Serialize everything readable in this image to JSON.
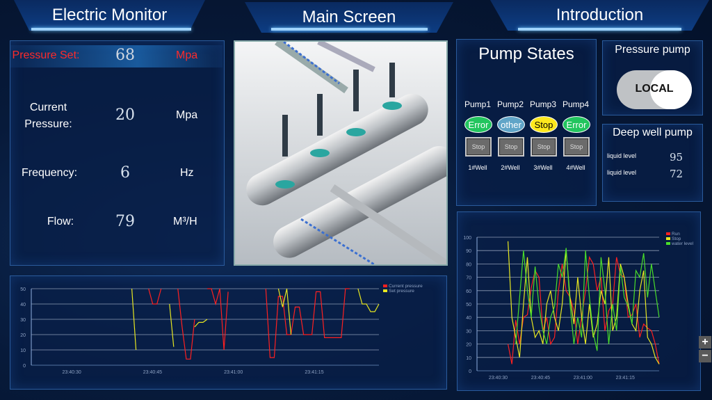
{
  "header": {
    "tabs": [
      {
        "label": "Electric Monitor"
      },
      {
        "label": "Main Screen"
      },
      {
        "label": "Introduction"
      }
    ]
  },
  "monitor": {
    "pressure_set": {
      "label": "Pressure Set:",
      "value": "68",
      "unit": "Mpa"
    },
    "current_pressure": {
      "label": "Current Pressure:",
      "value": "20",
      "unit": "Mpa"
    },
    "frequency": {
      "label": "Frequency:",
      "value": "6",
      "unit": "Hz"
    },
    "flow": {
      "label": "Flow:",
      "value": "79",
      "unit": "M³/H"
    }
  },
  "pump_states": {
    "title": "Pump States",
    "pumps": [
      {
        "name": "Pump1",
        "state": "Error",
        "state_color": "#22c55e",
        "button": "Stop",
        "well": "1#Well"
      },
      {
        "name": "Pump2",
        "state": "other",
        "state_color": "#60a5c8",
        "button": "Stop",
        "well": "2#Well"
      },
      {
        "name": "Pump3",
        "state": "Stop",
        "state_color": "#fde81d",
        "button": "Stop",
        "well": "3#Well"
      },
      {
        "name": "Pump4",
        "state": "Error",
        "state_color": "#22c55e",
        "button": "Stop",
        "well": "4#Well"
      }
    ]
  },
  "pressure_pump": {
    "title": "Pressure pump",
    "toggle_label": "LOCAL"
  },
  "deep_well": {
    "title": "Deep well pump",
    "rows": [
      {
        "label": "liquid level",
        "value": "95"
      },
      {
        "label": "liquid level",
        "value": "72"
      }
    ]
  },
  "zoom": {
    "plus": "+",
    "minus": "−"
  },
  "chart_data": [
    {
      "type": "line",
      "x_ticks": [
        "23:40:30",
        "23:40:45",
        "23:41:00",
        "23:41:15"
      ],
      "ylim": [
        0,
        50
      ],
      "y_ticks": [
        "0",
        "10",
        "20",
        "30",
        "40",
        "50"
      ],
      "legend": [
        "Current pressure",
        "Set pressure"
      ],
      "legend_position": "top-right",
      "series": [
        {
          "name": "Current pressure",
          "color": "#ff2020",
          "values": [
            null,
            null,
            null,
            null,
            null,
            null,
            null,
            null,
            null,
            null,
            null,
            null,
            null,
            null,
            null,
            null,
            null,
            null,
            null,
            null,
            null,
            null,
            null,
            null,
            null,
            null,
            null,
            null,
            50,
            40,
            40,
            50,
            null,
            null,
            null,
            50,
            25,
            4,
            4,
            30,
            null,
            null,
            50,
            50,
            40,
            50,
            10,
            48,
            null,
            null,
            null,
            null,
            null,
            null,
            null,
            null,
            50,
            5,
            5,
            45,
            45,
            20,
            20,
            38,
            38,
            20,
            20,
            20,
            48,
            48,
            18,
            18,
            18,
            18,
            18,
            50,
            50,
            null,
            null,
            null,
            null,
            null,
            null,
            null
          ]
        },
        {
          "name": "Set pressure",
          "color": "#e8e820",
          "values": [
            null,
            null,
            null,
            null,
            null,
            null,
            null,
            null,
            null,
            null,
            null,
            null,
            null,
            null,
            null,
            null,
            null,
            null,
            null,
            null,
            null,
            null,
            null,
            null,
            50,
            10,
            null,
            null,
            null,
            null,
            null,
            null,
            null,
            40,
            12,
            null,
            null,
            null,
            null,
            25,
            28,
            28,
            30,
            null,
            null,
            null,
            null,
            null,
            null,
            null,
            null,
            null,
            null,
            null,
            null,
            null,
            null,
            null,
            null,
            50,
            38,
            50,
            20,
            null,
            null,
            null,
            null,
            null,
            null,
            null,
            null,
            null,
            null,
            null,
            null,
            null,
            null,
            null,
            50,
            40,
            40,
            35,
            35,
            40
          ]
        }
      ]
    },
    {
      "type": "line",
      "x_ticks": [
        "23:40:30",
        "23:40:45",
        "23:41:00",
        "23:41:15"
      ],
      "ylim": [
        0,
        100
      ],
      "y_ticks": [
        "0",
        "10",
        "20",
        "30",
        "40",
        "50",
        "60",
        "70",
        "80",
        "90",
        "100"
      ],
      "legend": [
        "Run",
        "Stop",
        "water level"
      ],
      "legend_position": "top-right",
      "series": [
        {
          "name": "Run",
          "color": "#ff2020",
          "values": [
            null,
            null,
            null,
            null,
            null,
            null,
            null,
            null,
            20,
            5,
            38,
            20,
            40,
            42,
            62,
            75,
            70,
            30,
            40,
            20,
            25,
            60,
            80,
            60,
            55,
            45,
            20,
            40,
            60,
            85,
            80,
            60,
            70,
            30,
            45,
            50,
            85,
            72,
            70,
            40,
            42,
            50,
            25,
            35,
            32,
            30,
            20,
            5
          ]
        },
        {
          "name": "Stop",
          "color": "#e8e820",
          "values": [
            null,
            null,
            null,
            null,
            null,
            null,
            null,
            null,
            97,
            40,
            25,
            10,
            50,
            85,
            40,
            25,
            30,
            20,
            50,
            60,
            40,
            30,
            50,
            90,
            55,
            35,
            70,
            40,
            20,
            50,
            25,
            35,
            60,
            50,
            85,
            30,
            40,
            80,
            70,
            50,
            35,
            30,
            60,
            75,
            25,
            20,
            10,
            5
          ]
        },
        {
          "name": "water level",
          "color": "#4ade2a",
          "values": [
            null,
            null,
            null,
            null,
            null,
            null,
            null,
            null,
            null,
            null,
            20,
            55,
            90,
            60,
            40,
            78,
            48,
            30,
            20,
            40,
            48,
            80,
            70,
            92,
            50,
            20,
            40,
            25,
            90,
            55,
            28,
            15,
            85,
            60,
            20,
            50,
            30,
            78,
            55,
            48,
            35,
            75,
            70,
            88,
            55,
            80,
            60,
            40
          ]
        }
      ]
    }
  ]
}
